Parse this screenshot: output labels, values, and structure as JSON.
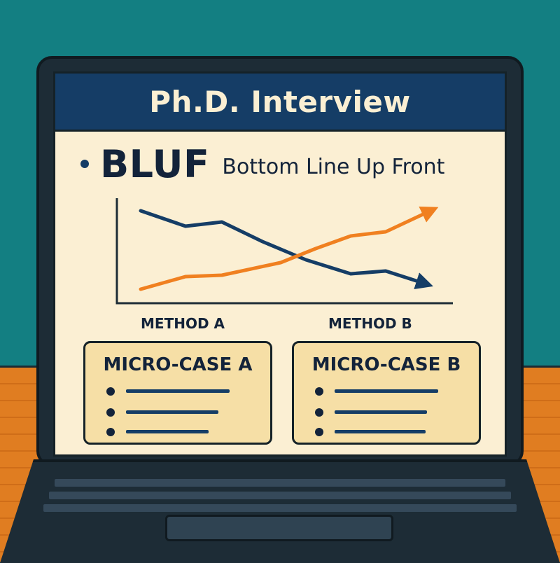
{
  "slide": {
    "title": "Ph.D. Interview",
    "bluf": "BLUF",
    "bluf_expansion": "Bottom Line Up Front"
  },
  "chart": {
    "labels": [
      "METHOD A",
      "METHOD B"
    ],
    "series": [
      {
        "color": "#153d66",
        "trend": "decreasing"
      },
      {
        "color": "#f08020",
        "trend": "increasing"
      }
    ]
  },
  "cases": [
    {
      "title": "MICRO-CASE A",
      "bullet_count": 3
    },
    {
      "title": "MICRO-CASE B",
      "bullet_count": 3
    }
  ],
  "colors": {
    "background": "#137f82",
    "desk": "#e07d21",
    "laptop": "#1d2c36",
    "screen": "#fbefd3",
    "title_bar": "#153d66",
    "card": "#f6dfa6",
    "accent_orange": "#f08020"
  }
}
